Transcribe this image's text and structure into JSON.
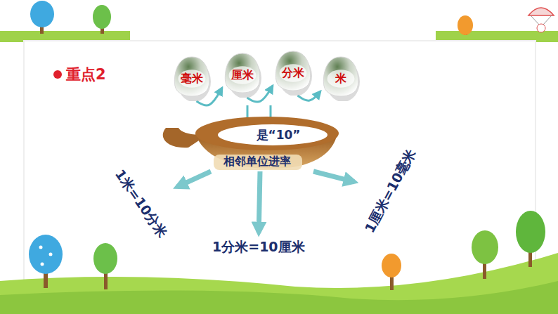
{
  "diagram": {
    "title": "重点2",
    "nodes": [
      {
        "text": [
          "毫米"
        ]
      },
      {
        "text": [
          "厘米"
        ]
      },
      {
        "text": [
          "分米"
        ]
      },
      {
        "text": [
          "米"
        ]
      },
      {
        "text": [
          "是“10”",
          "相邻单位进率"
        ]
      },
      {
        "text": [
          "1米=10分米"
        ]
      },
      {
        "text": [
          "1分米=10厘米"
        ]
      },
      {
        "text": [
          "1厘米=10毫米"
        ]
      }
    ],
    "edges": [
      {
        "from": 0,
        "to": 1,
        "arrow": "to"
      },
      {
        "from": 1,
        "to": 2,
        "arrow": "to"
      },
      {
        "from": 2,
        "to": 3,
        "arrow": "to"
      },
      {
        "from": 4,
        "to": 5,
        "arrow": "to"
      },
      {
        "from": 4,
        "to": 6,
        "arrow": "to"
      },
      {
        "from": 4,
        "to": 7,
        "arrow": "to"
      }
    ]
  }
}
